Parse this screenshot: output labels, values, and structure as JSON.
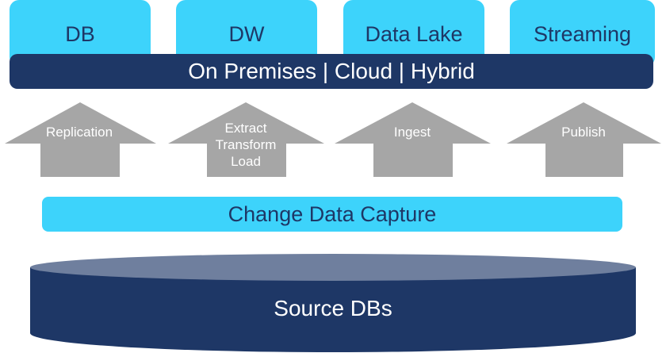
{
  "targets": [
    {
      "label": "DB"
    },
    {
      "label": "DW"
    },
    {
      "label": "Data Lake"
    },
    {
      "label": "Streaming"
    }
  ],
  "deployment_bar": {
    "label": "On Premises | Cloud | Hybrid"
  },
  "methods": [
    {
      "lines": [
        "Replication"
      ]
    },
    {
      "lines": [
        "Extract",
        "Transform",
        "Load"
      ]
    },
    {
      "lines": [
        "Ingest"
      ]
    },
    {
      "lines": [
        "Publish"
      ]
    }
  ],
  "cdc_bar": {
    "label": "Change Data Capture"
  },
  "source": {
    "label": "Source DBs"
  },
  "colors": {
    "light_blue": "#3dd3fb",
    "navy": "#1e3766",
    "arrow_gray": "#a6a6a6",
    "cylinder_top": "#6f7f9e"
  }
}
